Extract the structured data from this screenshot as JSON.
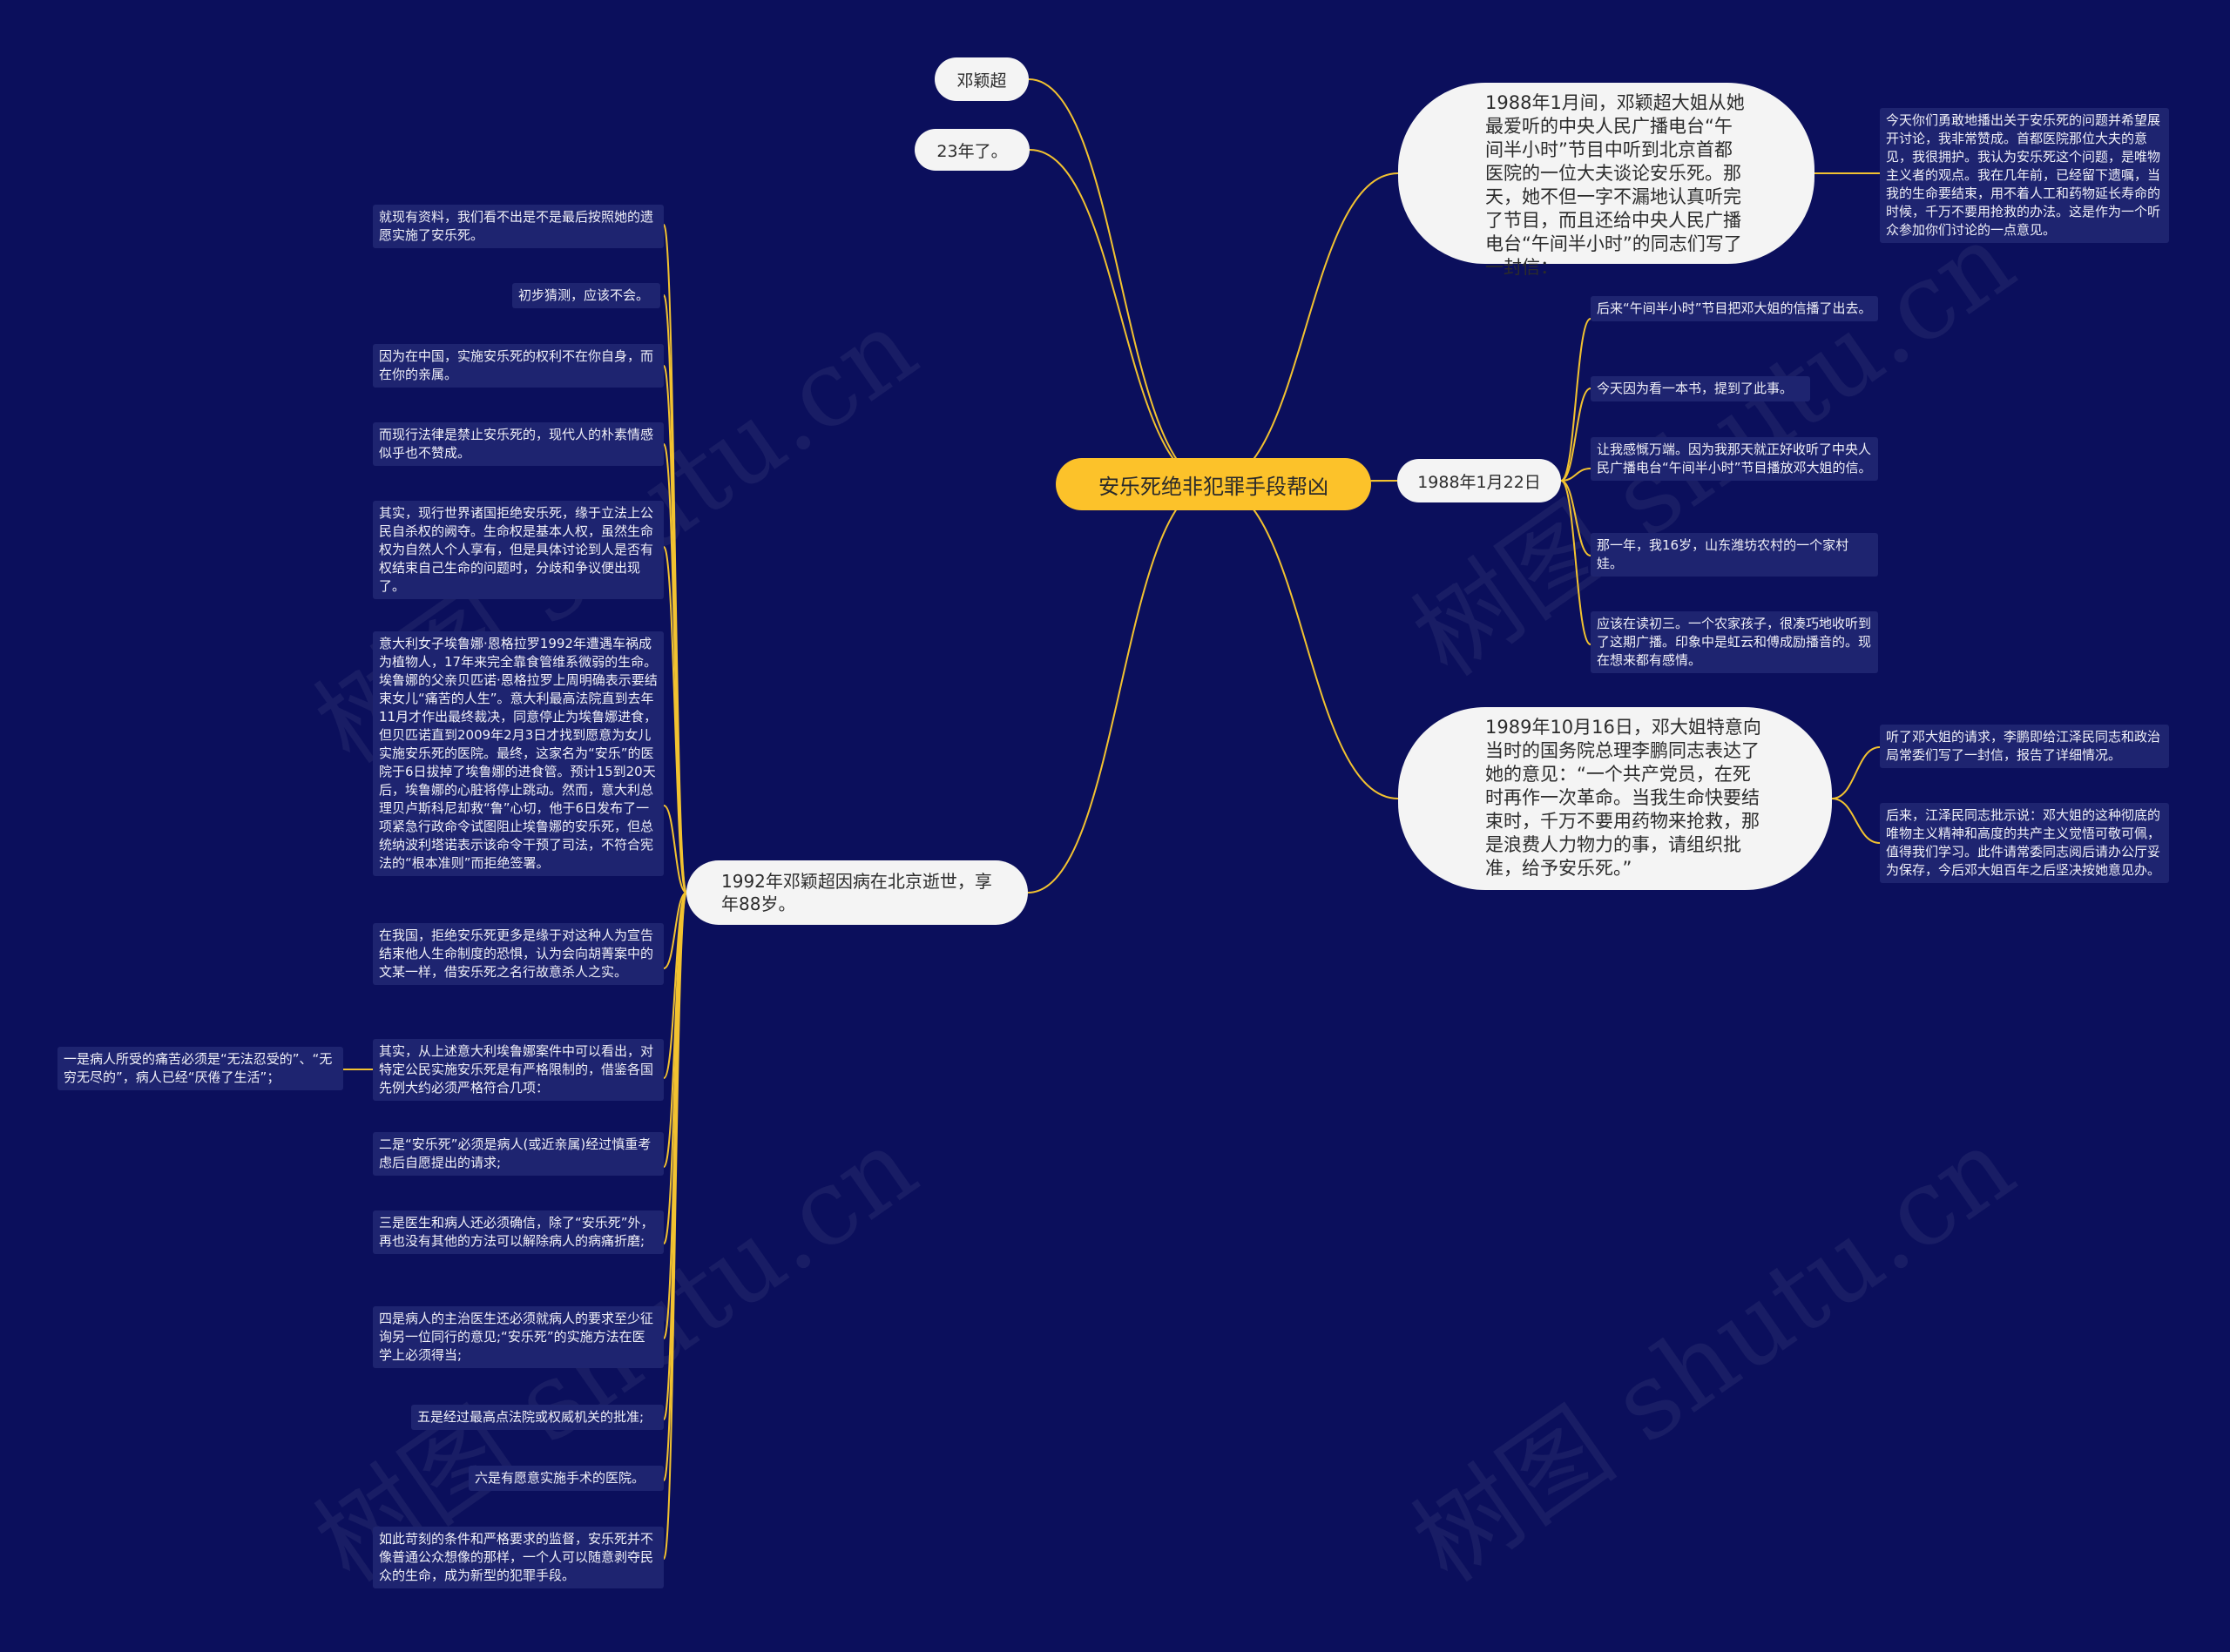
{
  "root": {
    "label": "安乐死绝非犯罪手段帮凶"
  },
  "left_top": {
    "name": "邓颖超",
    "age": "23年了。"
  },
  "branch_1988_01": {
    "text": "1988年1月间，邓颖超大姐从她最爱听的中央人民广播电台“午间半小时”节目中听到北京首都医院的一位大夫谈论安乐死。那天，她不但一字不漏地认真听完了节目，而且还给中央人民广播电台“午间半小时”的同志们写了一封信：",
    "leaf": "今天你们勇敢地播出关于安乐死的问题并希望展开讨论，我非常赞成。首都医院那位大夫的意见，我很拥护。我认为安乐死这个问题，是唯物主义者的观点。我在几年前，已经留下遗嘱，当我的生命要结束，用不着人工和药物延长寿命的时候，千万不要用抢救的办法。这是作为一个听众参加你们讨论的一点意见。"
  },
  "branch_1988_0122": {
    "label": "1988年1月22日",
    "leaves": [
      "后来“午间半小时”节目把邓大姐的信播了出去。",
      "今天因为看一本书，提到了此事。",
      "让我感慨万端。因为我那天就正好收听了中央人民广播电台“午间半小时”节目播放邓大姐的信。",
      "那一年，我16岁，山东潍坊农村的一个家村娃。",
      "应该在读初三。一个农家孩子，很凑巧地收听到了这期广播。印象中是虹云和傅成励播音的。现在想来都有感情。"
    ]
  },
  "branch_1989": {
    "text": "1989年10月16日，邓大姐特意向当时的国务院总理李鹏同志表达了她的意见：“一个共产党员，在死时再作一次革命。当我生命快要结束时，千万不要用药物来抢救，那是浪费人力物力的事，请组织批准，给予安乐死。”",
    "leaves": [
      "听了邓大姐的请求，李鹏即给江泽民同志和政治局常委们写了一封信，报告了详细情况。",
      "后来，江泽民同志批示说：邓大姐的这种彻底的唯物主义精神和高度的共产主义觉悟可敬可佩，值得我们学习。此件请常委同志阅后请办公厅妥为保存，今后邓大姐百年之后坚决按她意见办。"
    ]
  },
  "branch_1992": {
    "text": "1992年邓颖超因病在北京逝世，享年88岁。",
    "leaves": [
      "就现有资料，我们看不出是不是最后按照她的遗愿实施了安乐死。",
      "初步猜测，应该不会。",
      "因为在中国，实施安乐死的权利不在你自身，而在你的亲属。",
      "而现行法律是禁止安乐死的，现代人的朴素情感似乎也不赞成。",
      "其实，现行世界诸国拒绝安乐死，缘于立法上公民自杀权的阙夺。生命权是基本人权，虽然生命权为自然人个人享有，但是具体讨论到人是否有权结束自己生命的问题时，分歧和争议便出现了。",
      "意大利女子埃鲁娜·恩格拉罗1992年遭遇车祸成为植物人，17年来完全靠食管维系微弱的生命。埃鲁娜的父亲贝匹诺·恩格拉罗上周明确表示要结束女儿“痛苦的人生”。意大利最高法院直到去年11月才作出最终裁决，同意停止为埃鲁娜进食，但贝匹诺直到2009年2月3日才找到愿意为女儿实施安乐死的医院。最终，这家名为“安乐”的医院于6日拔掉了埃鲁娜的进食管。预计15到20天后，埃鲁娜的心脏将停止跳动。然而，意大利总理贝卢斯科尼却救“鲁”心切，他于6日发布了一项紧急行政命令试图阻止埃鲁娜的安乐死，但总统纳波利塔诺表示该命令干预了司法，不符合宪法的“根本准则”而拒绝签署。",
      "在我国，拒绝安乐死更多是缘于对这种人为宣告结束他人生命制度的恐惧，认为会向胡菁案中的文某一样，借安乐死之名行故意杀人之实。",
      "其实，从上述意大利埃鲁娜案件中可以看出，对特定公民实施安乐死是有严格限制的，借鉴各国先例大约必须严格符合几项：",
      "二是“安乐死”必须是病人(或近亲属)经过慎重考虑后自愿提出的请求;",
      "三是医生和病人还必须确信，除了“安乐死”外，再也没有其他的方法可以解除病人的病痛折磨;",
      "四是病人的主治医生还必须就病人的要求至少征询另一位同行的意见;“安乐死”的实施方法在医学上必须得当;",
      "五是经过最高点法院或权威机关的批准;",
      "六是有愿意实施手术的医院。",
      "如此苛刻的条件和严格要求的监督，安乐死并不像普通公众想像的那样，一个人可以随意剥夺民众的生命，成为新型的犯罪手段。"
    ],
    "sub_leaf": "一是病人所受的痛苦必须是“无法忍受的”、“无穷无尽的”，病人已经“厌倦了生活”；"
  },
  "watermark": "树图 shutu.cn",
  "colors": {
    "background": "#0b0f5c",
    "root": "#fcc22a",
    "edge": "#f2c230",
    "leaf_bg": "#1e2470",
    "pill_bg": "#f4f4f4"
  }
}
